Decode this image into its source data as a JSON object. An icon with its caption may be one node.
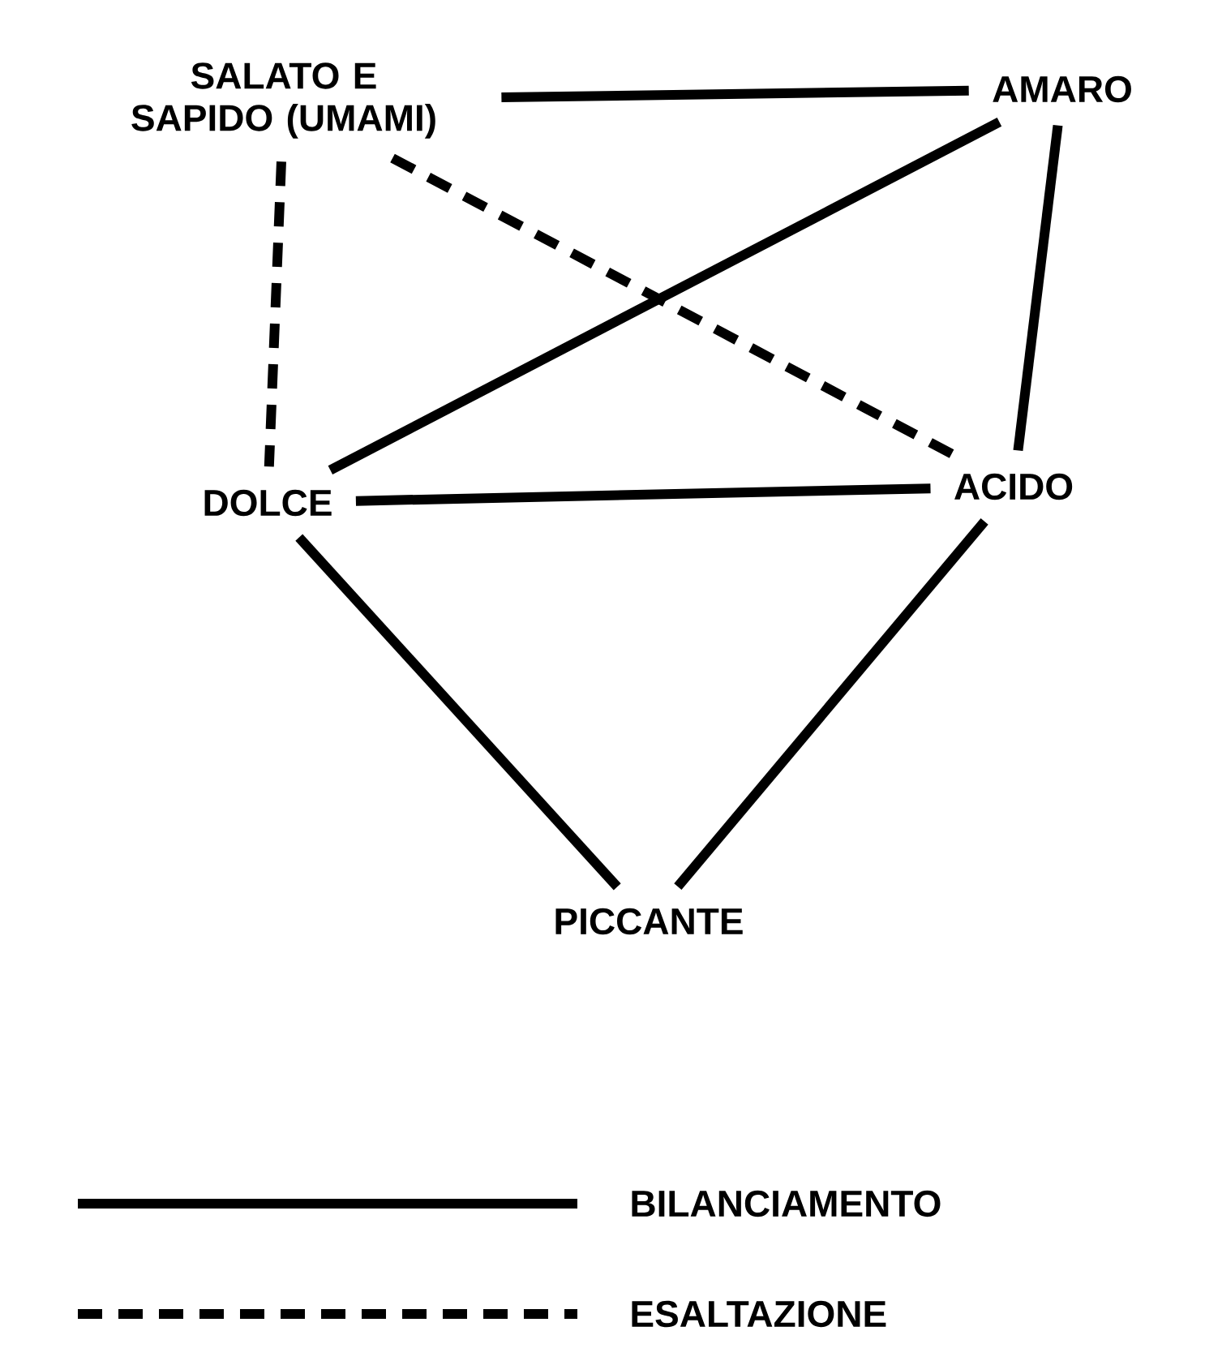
{
  "diagram": {
    "nodes": [
      {
        "text": [
          "SALATO E SAPIDO (UMAMI)"
        ]
      },
      {
        "text": [
          "AMARO"
        ]
      },
      {
        "text": [
          "DOLCE"
        ]
      },
      {
        "text": [
          "ACIDO"
        ]
      },
      {
        "text": [
          "PICCANTE"
        ]
      }
    ],
    "edges": [
      {
        "from": 0,
        "to": 1,
        "arrow": "none"
      },
      {
        "from": 0,
        "to": 2,
        "arrow": "none",
        "style": "dashed"
      },
      {
        "from": 0,
        "to": 3,
        "arrow": "none",
        "style": "dashed"
      },
      {
        "from": 2,
        "to": 1,
        "arrow": "none"
      },
      {
        "from": 1,
        "to": 3,
        "arrow": "none"
      },
      {
        "from": 2,
        "to": 3,
        "arrow": "none"
      },
      {
        "from": 2,
        "to": 4,
        "arrow": "none"
      },
      {
        "from": 3,
        "to": 4,
        "arrow": "none"
      }
    ],
    "legend": [
      {
        "text": "BILANCIAMENTO"
      },
      {
        "text": "ESALTAZIONE"
      }
    ]
  }
}
